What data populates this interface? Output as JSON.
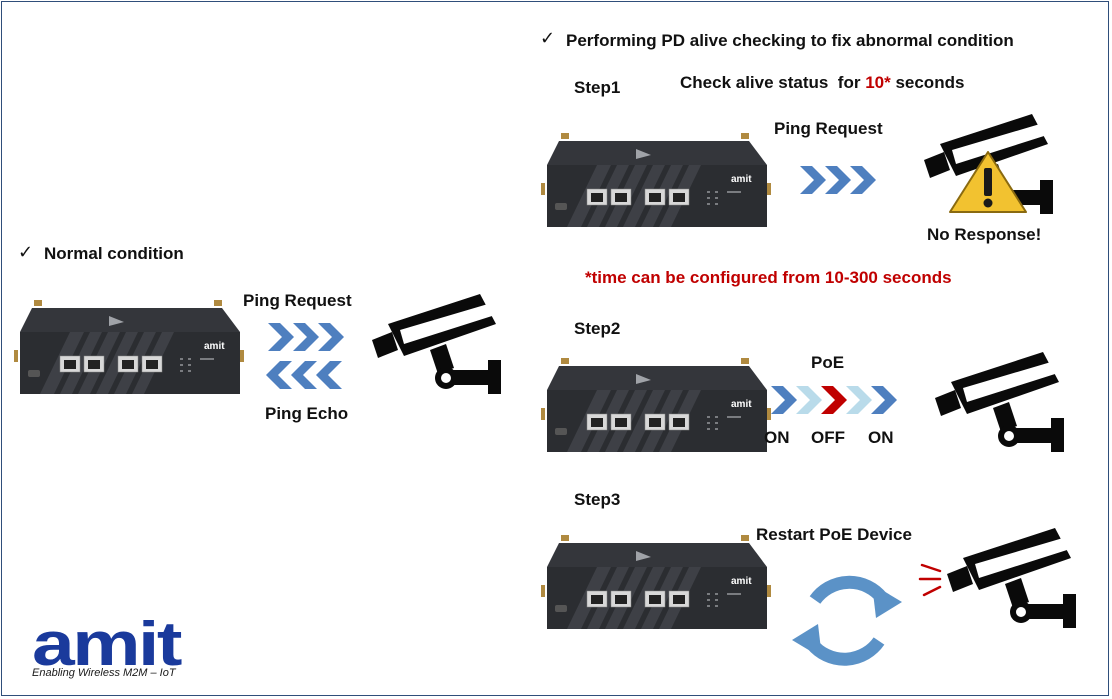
{
  "normal": {
    "title": "Normal condition",
    "ping_request": "Ping Request",
    "ping_echo": "Ping Echo"
  },
  "fix": {
    "title": "Performing PD alive checking to fix abnormal condition",
    "note": "*time can be configured from 10-300 seconds"
  },
  "step1": {
    "label": "Step1",
    "check_prefix": "Check alive status  for ",
    "check_value": "10*",
    "check_suffix": " seconds",
    "ping_request": "Ping Request",
    "no_response": "No Response!"
  },
  "step2": {
    "label": "Step2",
    "poe": "PoE",
    "on1": "ON",
    "off": "OFF",
    "on2": "ON"
  },
  "step3": {
    "label": "Step3",
    "restart": "Restart PoE Device"
  },
  "logo": {
    "brand": "amit",
    "tagline": "Enabling Wireless M2M – IoT"
  },
  "router": {
    "brand": "amit"
  },
  "icons": [
    "checkmark-icon",
    "router-device",
    "ip-camera-icon",
    "warning-icon",
    "chevron-arrow-icon",
    "refresh-cycle-icon"
  ],
  "colors": {
    "arrow_blue": "#4e7fbf",
    "arrow_light": "#b9dbea",
    "arrow_red": "#c00000",
    "highlight_red": "#c00000",
    "logo_blue": "#1a3a9c",
    "cycle_blue": "#5b92c7"
  }
}
